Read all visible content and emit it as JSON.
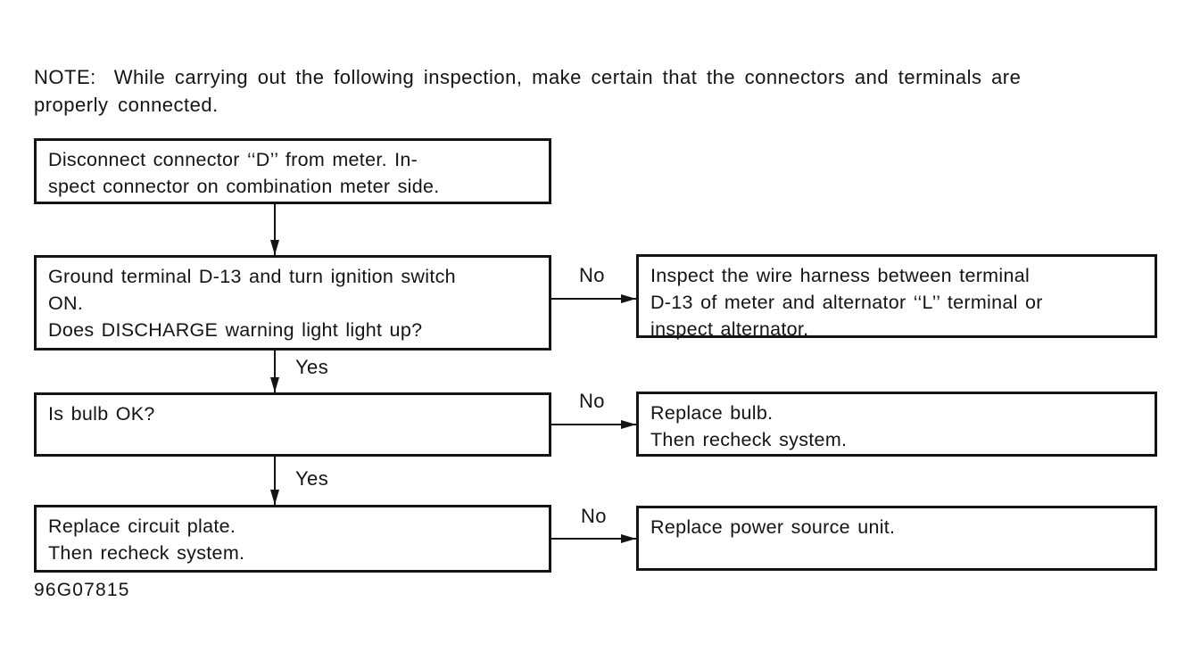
{
  "note": {
    "label": "NOTE:",
    "body": "While carrying out the following inspection, make certain that the connectors and terminals are\nproperly connected."
  },
  "flowchart": {
    "steps": [
      {
        "id": "step-1",
        "text": "Disconnect connector ‘‘D’’ from meter. In-\nspect connector on combination meter side."
      },
      {
        "id": "step-2",
        "text": "Ground terminal D-13 and turn ignition switch\nON.\nDoes DISCHARGE warning light light up?"
      },
      {
        "id": "step-3",
        "text": "Is bulb OK?"
      },
      {
        "id": "step-4",
        "text": "Replace circuit plate.\nThen recheck system."
      }
    ],
    "results": [
      {
        "id": "result-1",
        "text": "Inspect the wire harness between terminal\nD-13 of meter and alternator ‘‘L’’ terminal or\ninspect alternator."
      },
      {
        "id": "result-2",
        "text": "Replace bulb.\nThen recheck system."
      },
      {
        "id": "result-3",
        "text": "Replace power source unit."
      }
    ],
    "labels": {
      "yes": "Yes",
      "no": "No"
    }
  },
  "figure_code": "96G07815",
  "colors": {
    "ink": "#141414",
    "background": "#ffffff"
  }
}
